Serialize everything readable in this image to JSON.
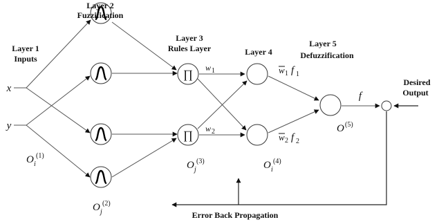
{
  "layers": {
    "layer1": {
      "title": "Layer 1",
      "subtitle": "Inputs"
    },
    "layer2": {
      "title": "Layer 2",
      "subtitle": "Fuzzification"
    },
    "layer3": {
      "title": "Layer 3",
      "subtitle": "Rules Layer"
    },
    "layer4": {
      "title": "Layer 4"
    },
    "layer5": {
      "title": "Layer 5",
      "subtitle": "Defuzzification"
    },
    "desired": {
      "title": "Desired",
      "subtitle": "Output"
    }
  },
  "inputs": {
    "x": "x",
    "y": "y"
  },
  "symbols": {
    "product": "∏",
    "w1": "w",
    "w1_sub": "1",
    "w2": "w",
    "w2_sub": "2",
    "wbar1": "w",
    "wbar1_sub": "1",
    "f1": "f",
    "f1_sub": "1",
    "wbar2": "w",
    "wbar2_sub": "2",
    "f2": "f",
    "f2_sub": "2",
    "f_out": "f"
  },
  "outputs": {
    "o_base": "O",
    "o1_sub": "i",
    "o1_sup": "(1)",
    "o2_sub": "j",
    "o2_sup": "(2)",
    "o3_sub": "j",
    "o3_sup": "(3)",
    "o4_sub": "i",
    "o4_sup": "(4)",
    "o5_sup": "(5)"
  },
  "feedback": {
    "label": "Error Back Propagation"
  }
}
